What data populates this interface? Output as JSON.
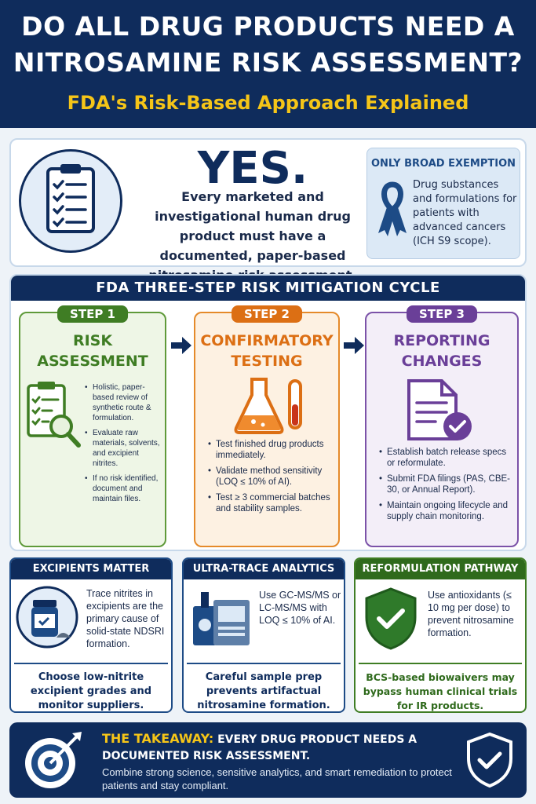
{
  "header": {
    "title_line1": "DO ALL DRUG PRODUCTS NEED A",
    "title_line2": "NITROSAMINE RISK ASSESSMENT?",
    "subtitle": "FDA's Risk-Based Approach Explained"
  },
  "yes_panel": {
    "answer": "YES.",
    "text": "Every marketed and investigational human drug product must have a documented, paper-based nitrosamine risk assessment.",
    "clipboard_icon": "clipboard-checklist-icon",
    "exemption": {
      "title": "ONLY BROAD EXEMPTION",
      "icon": "ribbon-icon",
      "text": "Drug substances and formulations for patients with advanced cancers (ICH S9 scope)."
    }
  },
  "cycle": {
    "title": "FDA THREE-STEP RISK MITIGATION CYCLE",
    "steps": [
      {
        "label": "STEP 1",
        "title_line1": "RISK",
        "title_line2": "ASSESSMENT",
        "icon": "clipboard-magnifier-icon",
        "bullets": [
          "Holistic, paper-based review of synthetic route & formulation.",
          "Evaluate raw materials, solvents, and excipient nitrites.",
          "If no risk identified, document and maintain files."
        ]
      },
      {
        "label": "STEP 2",
        "title_line1": "CONFIRMATORY",
        "title_line2": "TESTING",
        "icon": "flask-testtube-icon",
        "bullets": [
          "Test finished drug products immediately.",
          "Validate method sensitivity (LOQ ≤ 10% of AI).",
          "Test ≥ 3 commercial batches and stability samples."
        ]
      },
      {
        "label": "STEP 3",
        "title_line1": "REPORTING",
        "title_line2": "CHANGES",
        "icon": "document-check-icon",
        "bullets": [
          "Establish batch release specs or reformulate.",
          "Submit FDA filings (PAS, CBE-30, or Annual Report).",
          "Maintain ongoing lifecycle and supply chain monitoring."
        ]
      }
    ]
  },
  "mini_panels": [
    {
      "title": "EXCIPIENTS MATTER",
      "icon": "pill-bottle-icon",
      "text": "Trace nitrites in excipients are the primary cause of solid-state NDSRI formation.",
      "bottom": "Choose low-nitrite excipient grades and monitor suppliers."
    },
    {
      "title": "ULTRA-TRACE ANALYTICS",
      "icon": "mass-spectrometer-icon",
      "text": "Use GC-MS/MS or LC-MS/MS with LOQ ≤ 10% of AI.",
      "bottom": "Careful sample prep prevents artifactual nitrosamine formation."
    },
    {
      "title": "REFORMULATION PATHWAY",
      "icon": "shield-check-icon",
      "text": "Use antioxidants (≤ 10 mg per dose) to prevent nitrosamine formation.",
      "bottom": "BCS-based biowaivers may bypass human clinical trials for IR products."
    }
  ],
  "takeaway": {
    "label": "THE TAKEAWAY:",
    "headline": "EVERY DRUG PRODUCT NEEDS A DOCUMENTED RISK ASSESSMENT.",
    "body": "Combine strong science, sensitive analytics, and smart remediation to protect patients and stay compliant.",
    "left_icon": "target-arrow-icon",
    "right_icon": "shield-check-icon"
  },
  "colors": {
    "navy": "#0f2c5c",
    "gold": "#f5c518",
    "green": "#3f7d24",
    "orange": "#dc6f14",
    "purple": "#6a3f98"
  }
}
